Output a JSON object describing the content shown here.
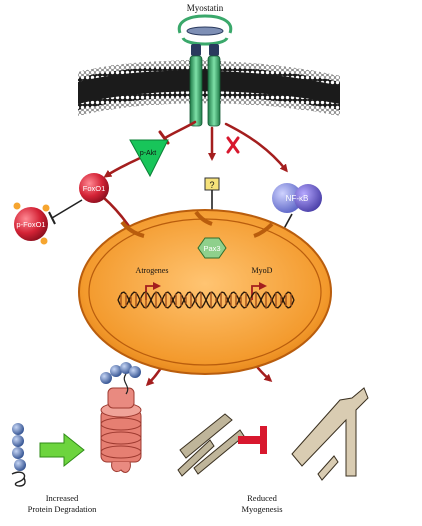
{
  "labels": {
    "myostatin": "Myostatin",
    "p_akt": "p-Akt",
    "foxo1": "FoxO1",
    "p_foxo1": "p-FoxO1",
    "nf_kb": "NF-κB",
    "pax3": "Pax3",
    "atrogenes": "Atrogenes",
    "myod": "MyoD",
    "unknown_factor": "?",
    "increased_protein_degradation_line1": "Increased",
    "increased_protein_degradation_line2": "Protein Degradation",
    "reduced_myogenesis_line1": "Reduced",
    "reduced_myogenesis_line2": "Myogenesis"
  },
  "colors": {
    "arrow_red": "#a41e1e",
    "membrane_green": "#3aa86b",
    "foxo_red": "#d42336",
    "akt_green": "#18c55a",
    "nfkb_blue": "#5b64c6",
    "pax3_green": "#8fd08c",
    "nucleus_orange": "#f39a2d",
    "ub_blue": "#4c6aa9",
    "proteasome_red": "#e67f72",
    "block_red": "#d8182e",
    "big_arrow_green": "#6dd43e"
  },
  "icons": [
    "myostatin-ligand-icon",
    "receptor-icon",
    "cell-membrane-icon",
    "nucleus-icon",
    "dna-helix-icon",
    "proteasome-icon",
    "ubiquitin-chain-icon",
    "myoblast-icon",
    "myotube-icon",
    "inhibition-bar-icon",
    "phosphate-icon"
  ]
}
